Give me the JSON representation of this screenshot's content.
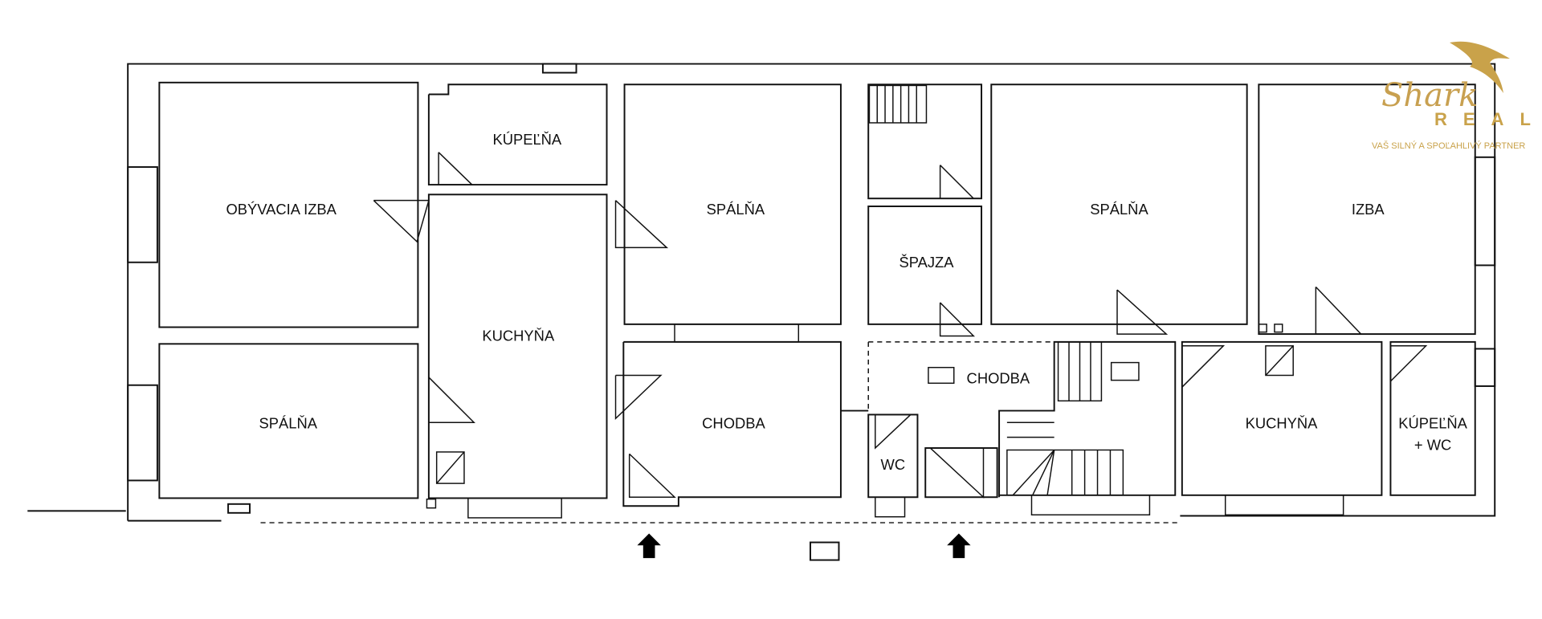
{
  "rooms": {
    "obyvacia_izba": "OBÝVACIA IZBA",
    "spalna_left": "SPÁLŇA",
    "kupelna": "KÚPEĽŇA",
    "kuchyna_left": "KUCHYŇA",
    "spalna_mid": "SPÁLŇA",
    "chodba_mid": "CHODBA",
    "spajza": "ŠPAJZA",
    "chodba_right": "CHODBA",
    "wc": "WC",
    "spalna_right": "SPÁLŇA",
    "izba": "IZBA",
    "kuchyna_right": "KUCHYŇA",
    "kupelna_wc_1": "KÚPEĽŇA",
    "kupelna_wc_2": "+ WC"
  },
  "logo": {
    "script": "Shark",
    "word": "REAL",
    "tagline": "VAŠ SILNÝ A SPOĽAHLIVÝ PARTNER"
  },
  "colors": {
    "wall": "#111111",
    "logo_gold": "#c9a24a"
  }
}
